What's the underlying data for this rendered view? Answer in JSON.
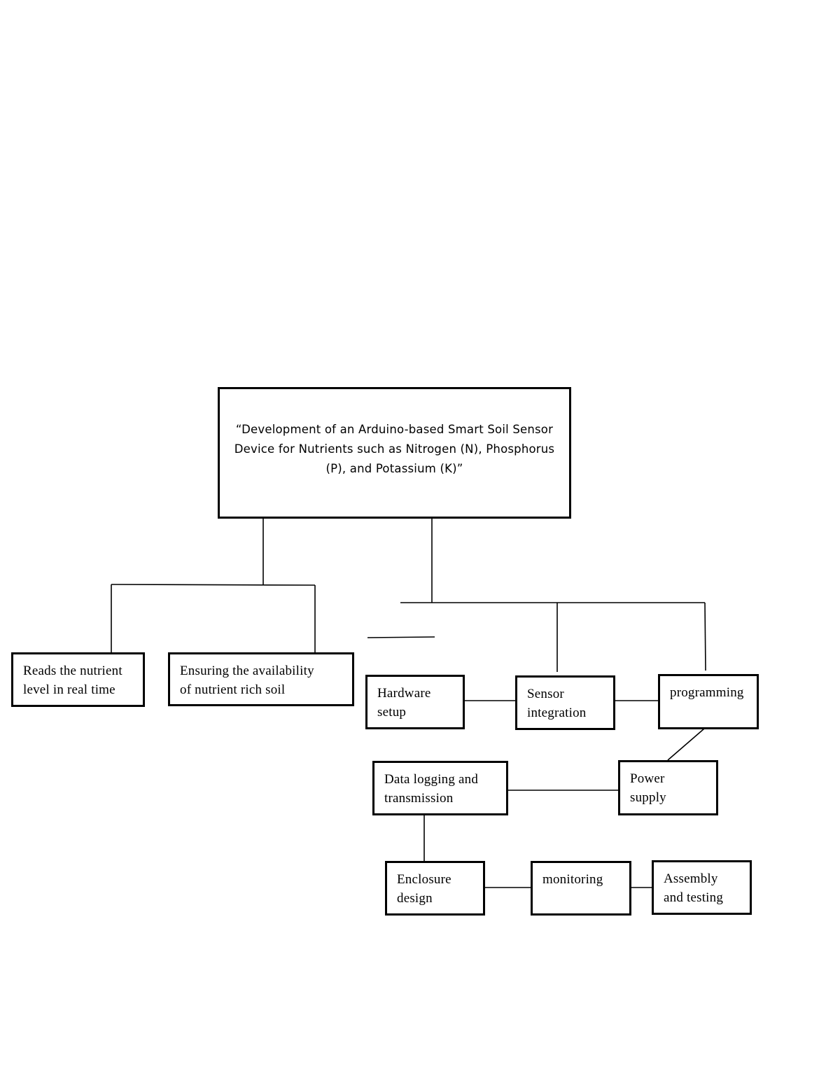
{
  "diagram": {
    "title": "“Development of an Arduino-based Smart Soil Sensor Device for Nutrients such as Nitrogen (N), Phosphorus (P), and Potassium (K)”",
    "left_branch": {
      "reads_nutrient": "Reads the nutrient\nlevel in real time",
      "ensuring_availability": "Ensuring the availability\nof nutrient rich soil"
    },
    "right_branch": {
      "hardware_setup": "Hardware\nsetup",
      "sensor_integration": "Sensor\nintegration",
      "programming": "programming",
      "power_supply": "Power\nsupply",
      "data_logging": "Data logging and\ntransmission",
      "enclosure_design": "Enclosure\ndesign",
      "monitoring": "monitoring",
      "assembly_testing": "Assembly\nand testing"
    },
    "colors": {
      "line": "#000000",
      "box_border": "#000000",
      "background": "#ffffff"
    }
  }
}
